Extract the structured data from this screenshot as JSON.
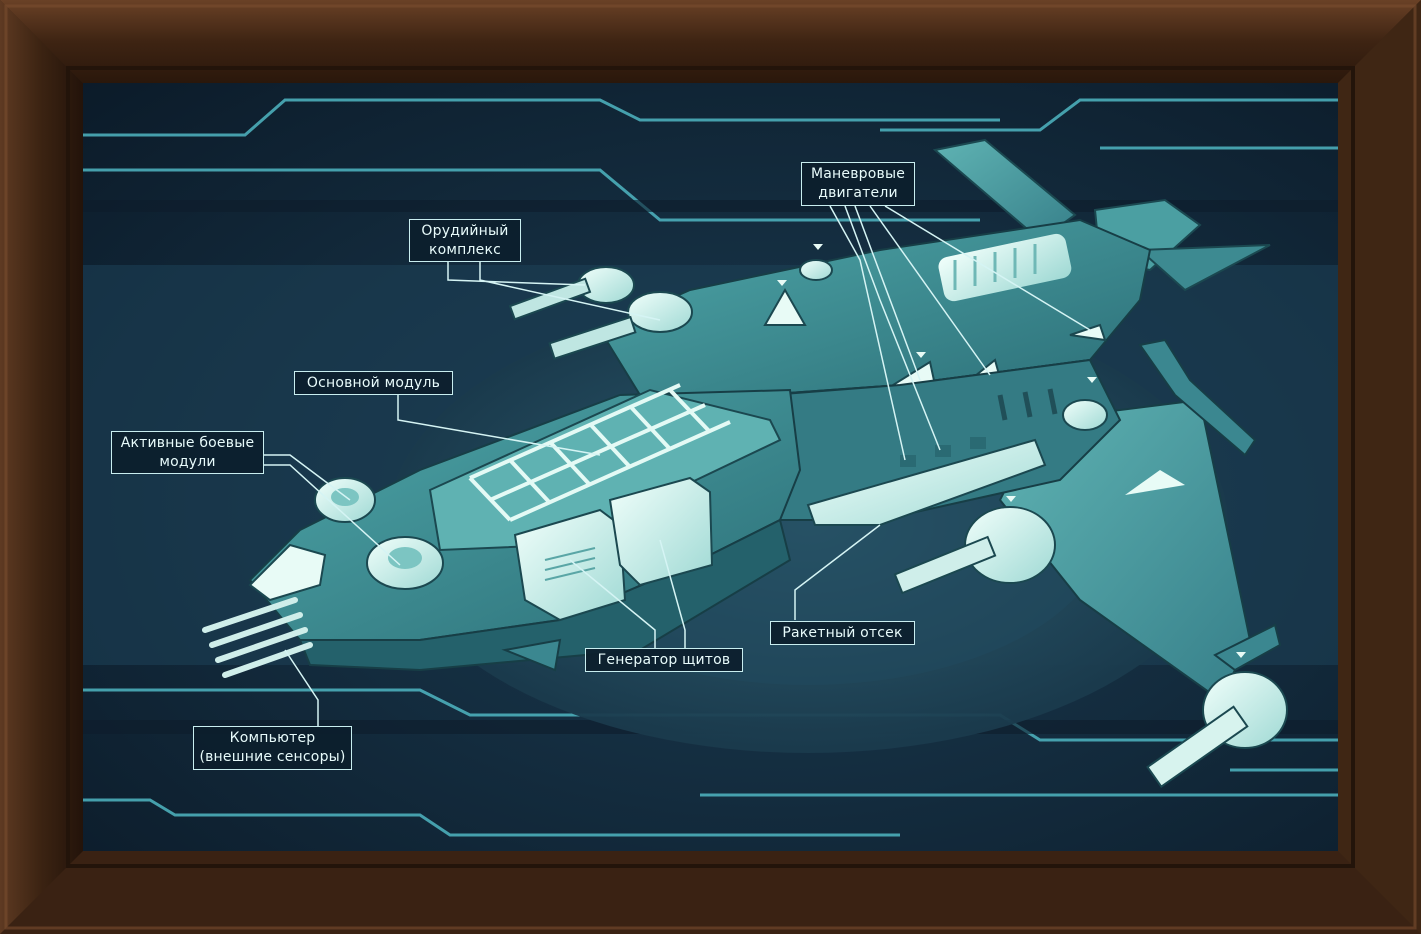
{
  "labels": {
    "maneuver_engines": [
      "Маневровые",
      "двигатели"
    ],
    "weapon_complex": [
      "Орудийный",
      "комплекс"
    ],
    "main_module": "Основной модуль",
    "active_combat_modules": [
      "Активные боевые",
      "модули"
    ],
    "missile_bay": "Ракетный отсек",
    "shield_generator": "Генератор щитов",
    "computer": [
      "Компьютер",
      "(внешние сенсоры)"
    ]
  },
  "colors": {
    "frame_wood": "#4a2c18",
    "background": "#0f2233",
    "hull": "#3f8f94",
    "hull_light": "#8fd3d3",
    "hull_highlight": "#e6fbf6",
    "accent_line": "#4fb6c2"
  }
}
